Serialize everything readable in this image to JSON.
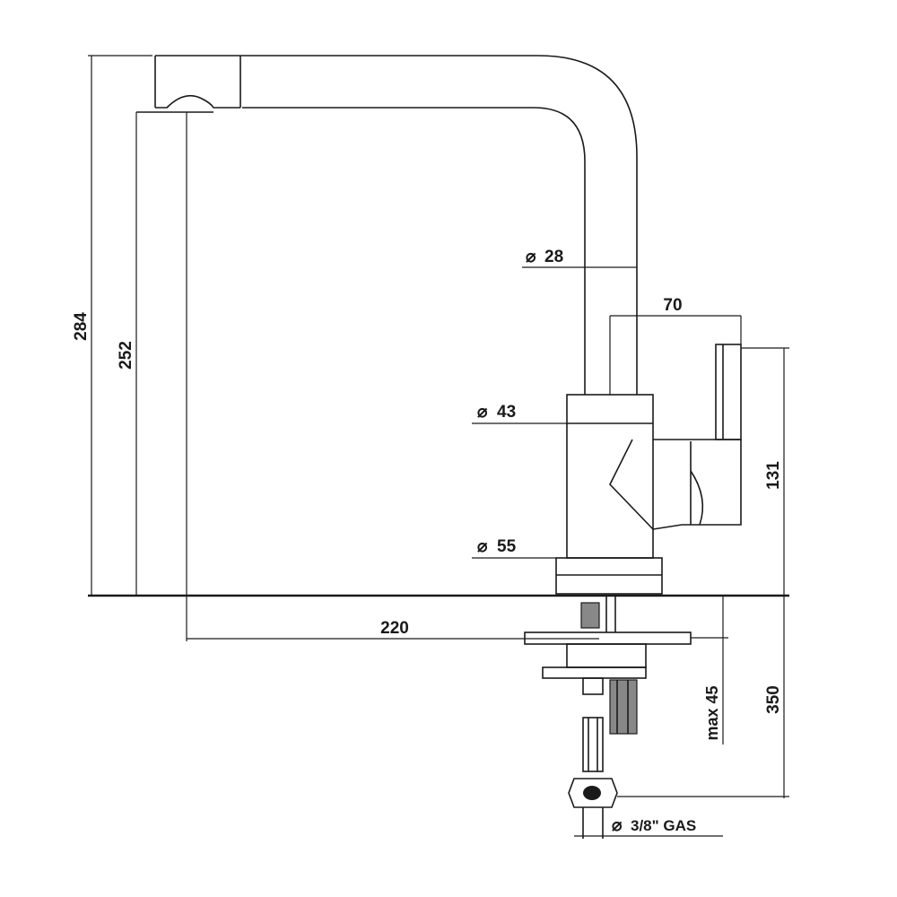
{
  "dimensions": {
    "total_height": "284",
    "spout_height": "252",
    "spout_diameter": "28",
    "lever_width": "70",
    "body_diameter": "43",
    "base_diameter": "55",
    "lever_height": "131",
    "reach": "220",
    "max_deck_thickness": "max 45",
    "hose_length": "350",
    "hose_connection": "3/8\" GAS"
  },
  "symbols": {
    "diameter": "⌀"
  }
}
